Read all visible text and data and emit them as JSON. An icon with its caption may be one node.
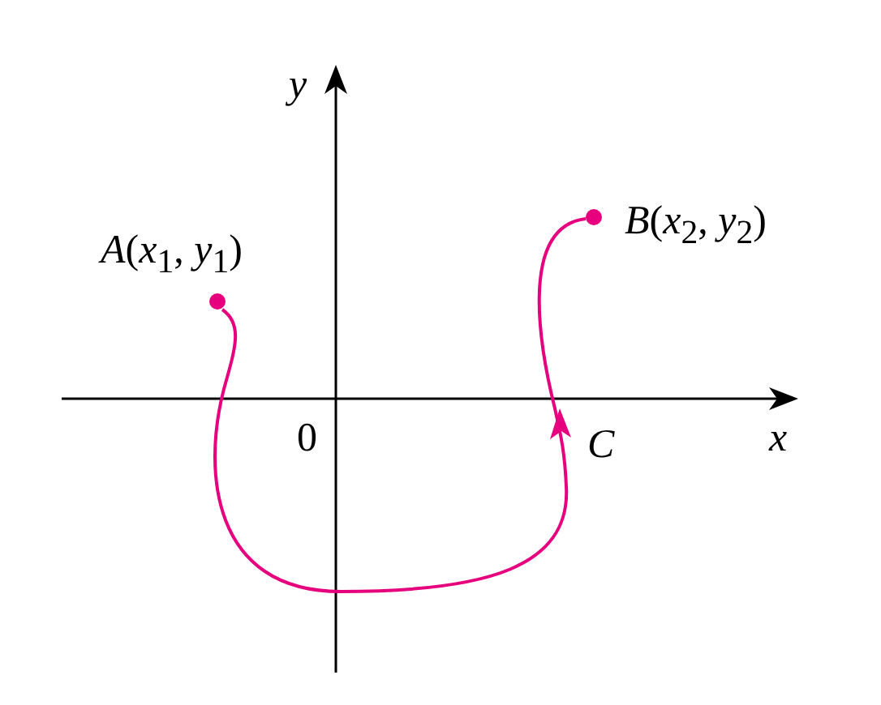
{
  "diagram": {
    "nodes": [
      {
        "text": [],
        "shape": "circle",
        "beside": [
          "*A*(*x*$_{1}$, *y*$_{1}$)"
        ]
      },
      {
        "text": [],
        "shape": "circle",
        "beside": [
          "*B*(*x*$_{2}$, *y*$_{2}$)"
        ]
      }
    ],
    "edges": [
      {
        "from": 0,
        "to": 1,
        "arrow": "to",
        "label": "C",
        "color": "#e6007e"
      }
    ],
    "labels": [
      "y",
      "x",
      "0"
    ]
  }
}
